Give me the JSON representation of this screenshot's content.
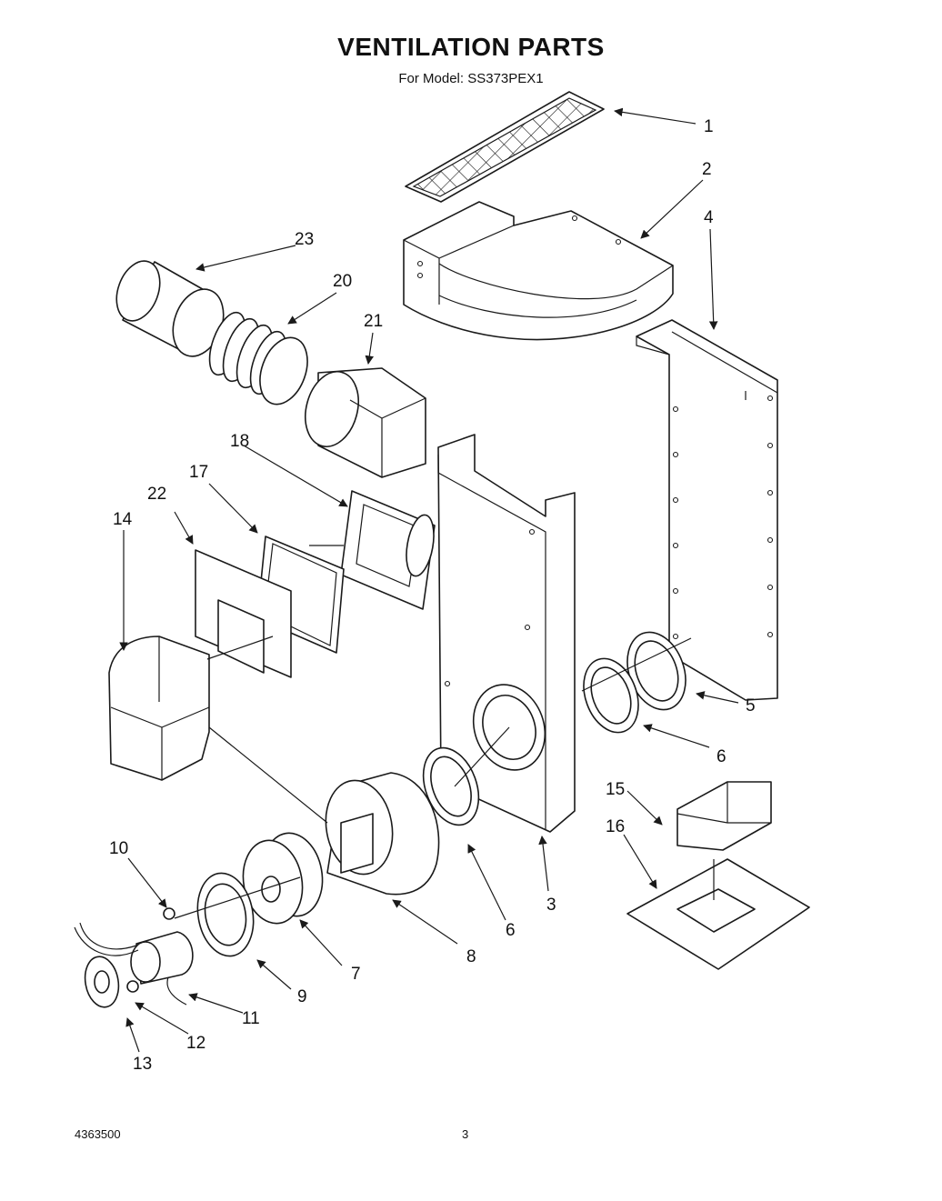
{
  "header": {
    "title": "VENTILATION PARTS",
    "subtitle": "For Model: SS373PEX1"
  },
  "footer": {
    "doc_number": "4363500",
    "page_number": "3"
  },
  "callouts": [
    "1",
    "2",
    "4",
    "23",
    "20",
    "21",
    "18",
    "17",
    "22",
    "14",
    "5",
    "6",
    "15",
    "16",
    "10",
    "3",
    "8",
    "7",
    "9",
    "11",
    "12",
    "13"
  ],
  "colors": {
    "line": "#1a1a1a",
    "background": "#ffffff"
  }
}
